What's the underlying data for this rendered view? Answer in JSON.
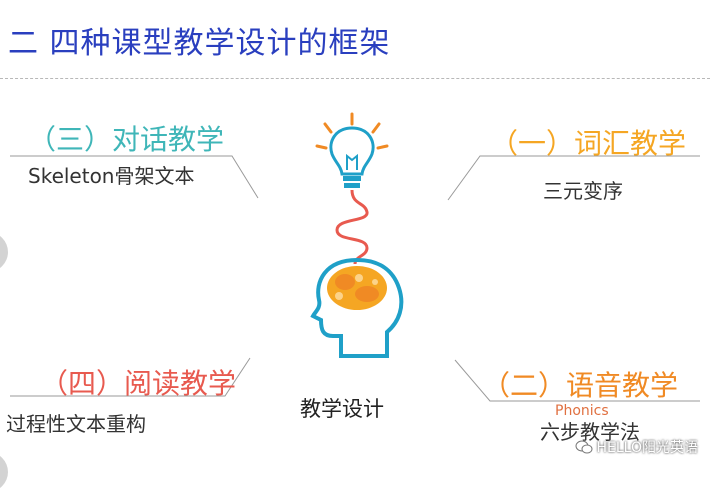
{
  "title": "二 四种课型教学设计的框架",
  "center_label": "教学设计",
  "sections": {
    "top_left": {
      "title": "（三）对话教学",
      "subtitle": "Skeleton骨架文本",
      "color": "#3fb6b8"
    },
    "top_right": {
      "title": "（一）词汇教学",
      "subtitle": "三元变序",
      "color": "#f5a623"
    },
    "bottom_left": {
      "title": "（四）阅读教学",
      "subtitle": "过程性文本重构",
      "color": "#e85a4f"
    },
    "bottom_right": {
      "title": "（二）语音教学",
      "subtitle": "六步教学法",
      "note": "Phonics",
      "color": "#f08a24"
    }
  },
  "watermark": "HELLO阳光英语",
  "icons": {
    "bulb": "lightbulb-icon",
    "head": "brain-head-icon",
    "wechat": "wechat-icon"
  }
}
